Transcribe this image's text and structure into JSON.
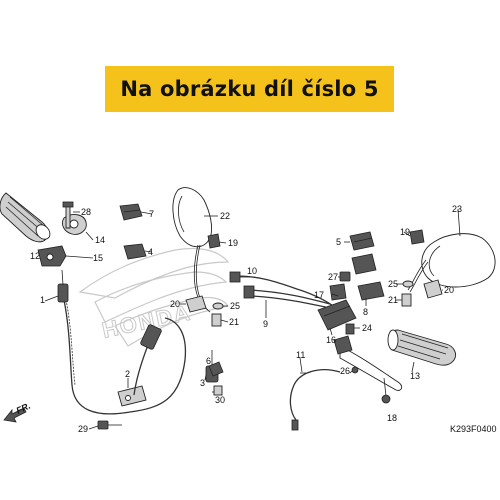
{
  "banner": {
    "text": "Na obrázku díl číslo 5"
  },
  "diagram_code": "K293F0400",
  "front_indicator": "FR.",
  "callouts": [
    {
      "id": "c1",
      "text": "1"
    },
    {
      "id": "c2",
      "text": "2"
    },
    {
      "id": "c3",
      "text": "3"
    },
    {
      "id": "c4",
      "text": "4"
    },
    {
      "id": "c5",
      "text": "5"
    },
    {
      "id": "c6",
      "text": "6"
    },
    {
      "id": "c7",
      "text": "7"
    },
    {
      "id": "c8",
      "text": "8"
    },
    {
      "id": "c9",
      "text": "9"
    },
    {
      "id": "c10",
      "text": "10"
    },
    {
      "id": "c11",
      "text": "11"
    },
    {
      "id": "c12",
      "text": "12"
    },
    {
      "id": "c13",
      "text": "13"
    },
    {
      "id": "c14",
      "text": "14"
    },
    {
      "id": "c15",
      "text": "15"
    },
    {
      "id": "c16",
      "text": "16"
    },
    {
      "id": "c17",
      "text": "17"
    },
    {
      "id": "c18",
      "text": "18"
    },
    {
      "id": "c19a",
      "text": "19"
    },
    {
      "id": "c19b",
      "text": "19"
    },
    {
      "id": "c20a",
      "text": "20"
    },
    {
      "id": "c20b",
      "text": "20"
    },
    {
      "id": "c21a",
      "text": "21"
    },
    {
      "id": "c21b",
      "text": "21"
    },
    {
      "id": "c22",
      "text": "22"
    },
    {
      "id": "c23",
      "text": "23"
    },
    {
      "id": "c24",
      "text": "24"
    },
    {
      "id": "c25a",
      "text": "25"
    },
    {
      "id": "c25b",
      "text": "25"
    },
    {
      "id": "c26",
      "text": "26"
    },
    {
      "id": "c27",
      "text": "27"
    },
    {
      "id": "c28",
      "text": "28"
    },
    {
      "id": "c29",
      "text": "29"
    },
    {
      "id": "c30",
      "text": "30"
    }
  ],
  "colors": {
    "banner_bg": "#f5c21b",
    "line": "#222222",
    "watermark": "#c9c9c9"
  }
}
